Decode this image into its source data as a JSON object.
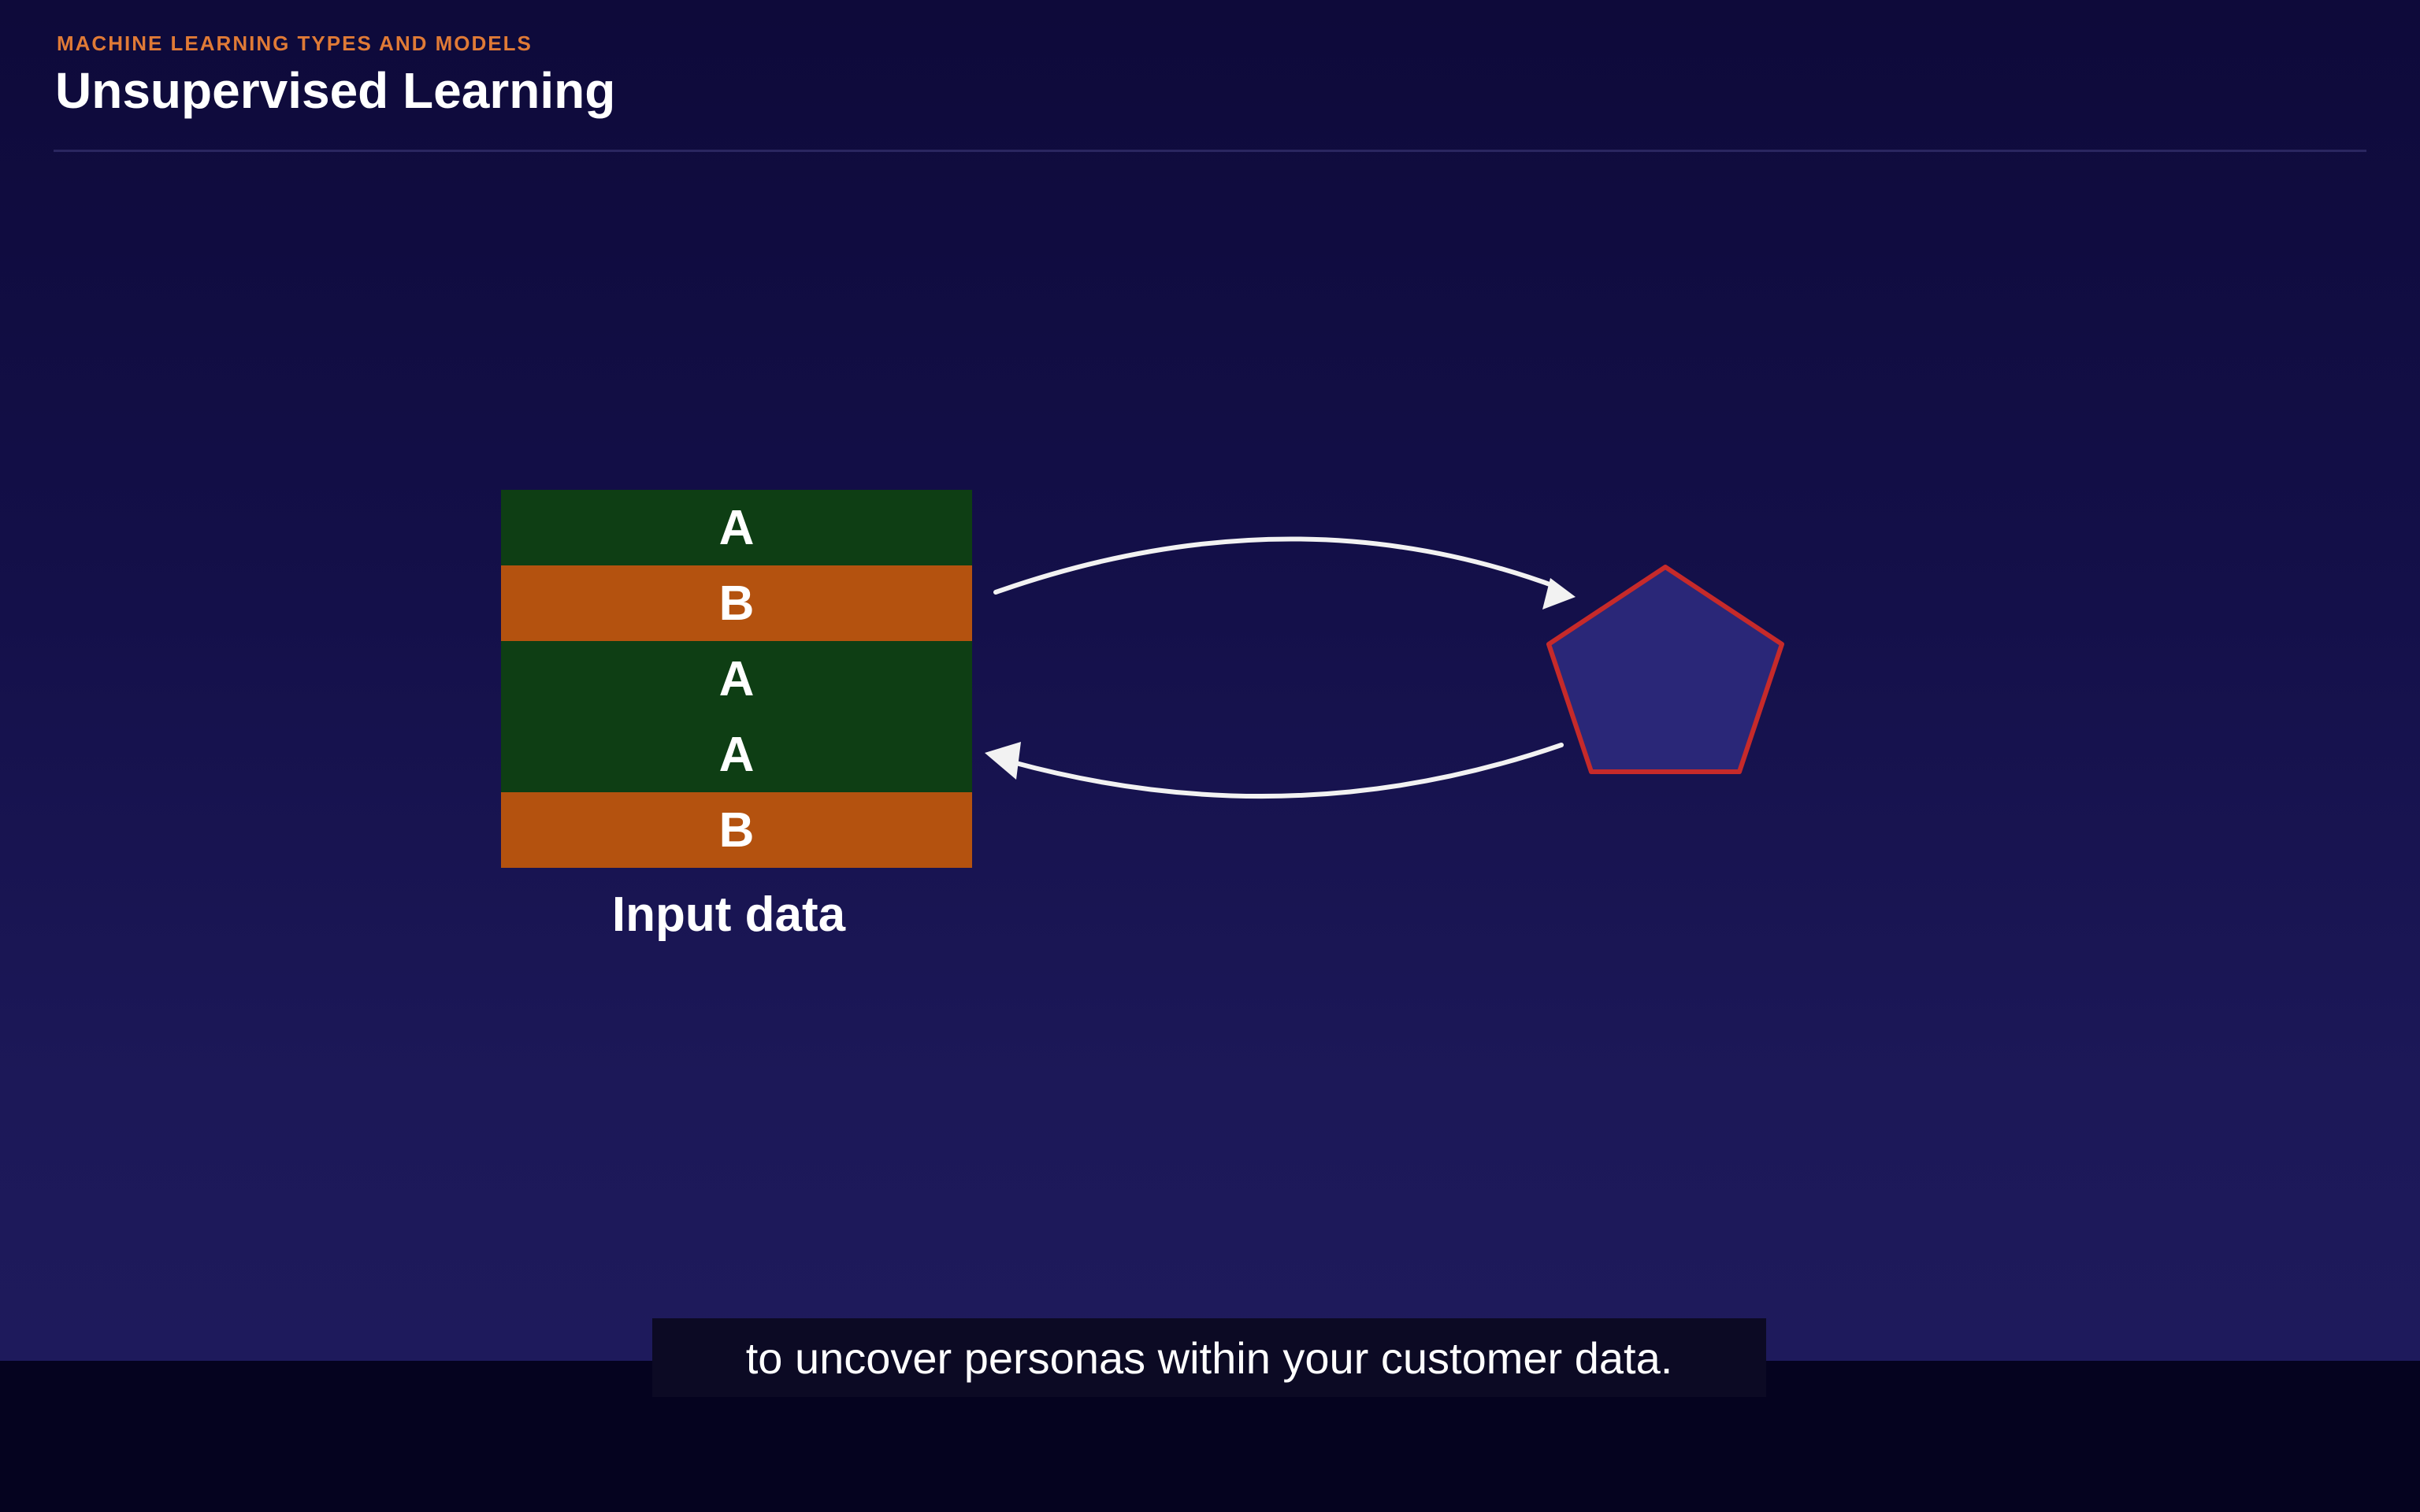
{
  "slide": {
    "eyebrow": "MACHINE LEARNING TYPES AND MODELS",
    "title": "Unsupervised Learning"
  },
  "diagram": {
    "rows": [
      {
        "label": "A",
        "group": "a"
      },
      {
        "label": "B",
        "group": "b"
      },
      {
        "label": "A",
        "group": "a"
      },
      {
        "label": "A",
        "group": "a"
      },
      {
        "label": "B",
        "group": "b"
      }
    ],
    "input_label": "Input data",
    "colors": {
      "group_a": "#0e3e14",
      "group_b": "#b4520f",
      "model_fill": "#2a2778",
      "model_stroke": "#c62a2a",
      "arrow": "#f2f2f2"
    },
    "model_shape": "pentagon"
  },
  "caption": {
    "text": "to uncover personas within your customer data."
  }
}
